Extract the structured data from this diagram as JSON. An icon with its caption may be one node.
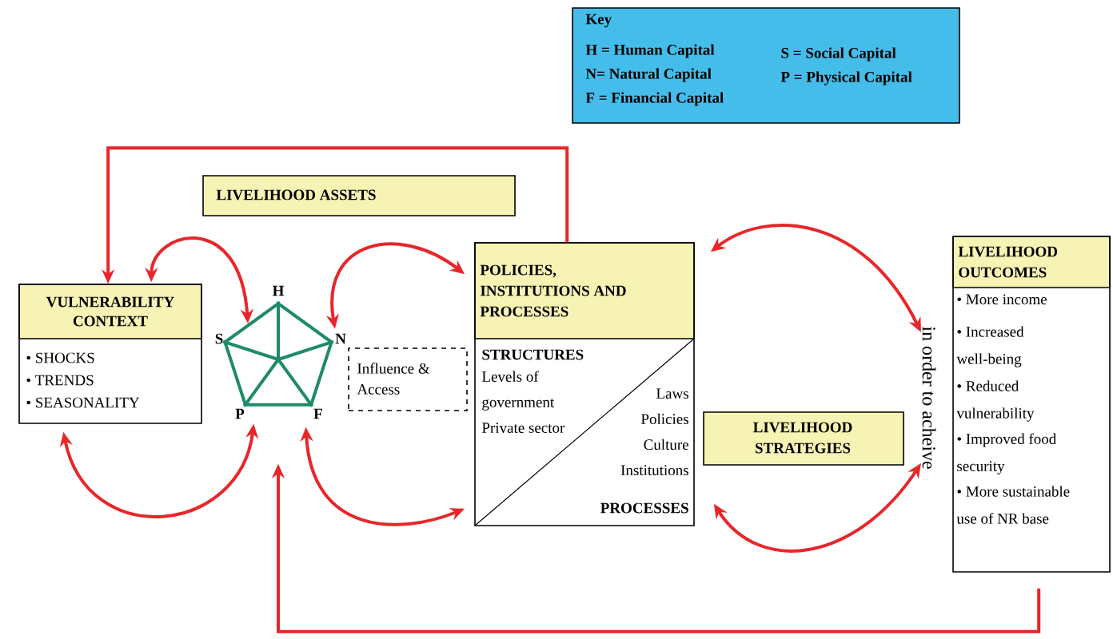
{
  "diagram": {
    "nodes": [
      {
        "text": [
          "Key",
          "H = Human Capital",
          "N= Natural Capital",
          "F = Financial Capital",
          "S = Social Capital",
          "P = Physical Capital"
        ]
      },
      {
        "text": [
          "LIVELIHOOD ASSETS"
        ]
      },
      {
        "text": [
          "VULNERABILITY CONTEXT",
          "• SHOCKS",
          "• TRENDS",
          "• SEASONALITY"
        ]
      },
      {
        "text": [],
        "shape": "pentagon",
        "beside": [
          "H",
          "S",
          "N",
          "P",
          "F"
        ]
      },
      {
        "text": [
          "Influence & Access"
        ]
      },
      {
        "text": [
          "POLICIES, INSTITUTIONS AND PROCESSES",
          "STRUCTURES",
          "Levels of government Private sector",
          "Laws Policies Culture Institutions",
          "PROCESSES"
        ]
      },
      {
        "text": [
          "LIVELIHOOD STRATEGIES"
        ]
      },
      {
        "text": [
          "in order to acheive"
        ]
      },
      {
        "text": [
          "LIVELIHOOD OUTCOMES",
          "• More income",
          "• Increased well-being",
          "• Reduced vulnerability",
          "• Improved food security",
          "• More sustainable use of NR base"
        ]
      }
    ],
    "edges": [
      {
        "from": 5,
        "to": 2,
        "arrow": "to"
      },
      {
        "from": 2,
        "to": 3,
        "arrow": "both"
      },
      {
        "from": 3,
        "to": 5,
        "arrow": "both"
      },
      {
        "from": 2,
        "to": 3,
        "arrow": "both"
      },
      {
        "from": 3,
        "to": 5,
        "arrow": "both"
      },
      {
        "from": 5,
        "to": 7,
        "arrow": "both"
      },
      {
        "from": 5,
        "to": 7,
        "arrow": "both"
      },
      {
        "from": 8,
        "to": 3,
        "arrow": "to"
      }
    ]
  }
}
